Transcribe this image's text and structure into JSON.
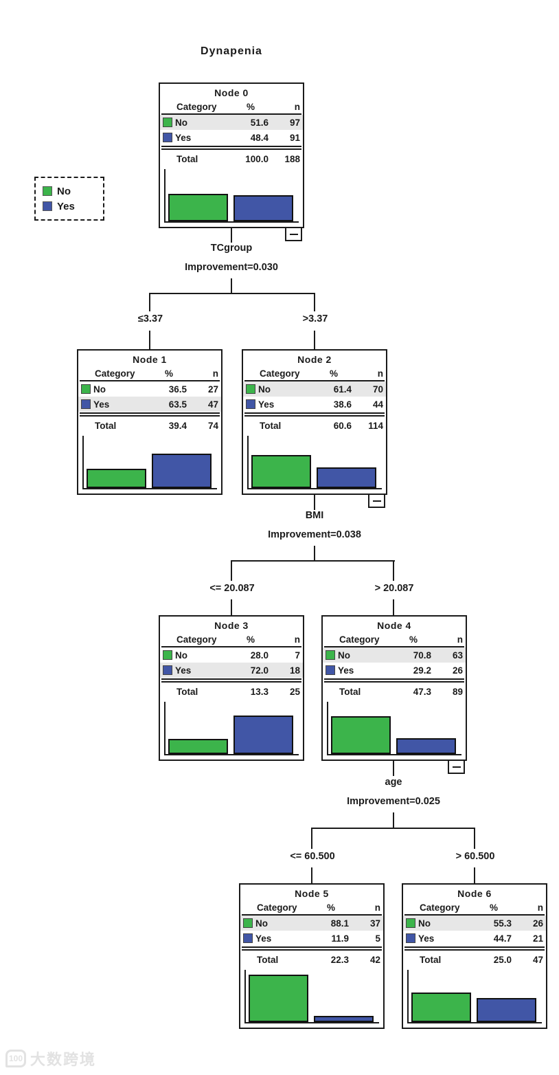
{
  "title": "Dynapenia",
  "colors": {
    "no": "#3cb44b",
    "yes": "#4156a6",
    "highlight": "#e7e7e7",
    "line": "#1a1a1a"
  },
  "legend": {
    "items": [
      {
        "label": "No"
      },
      {
        "label": "Yes"
      }
    ]
  },
  "table": {
    "headers": [
      "Category",
      "%",
      "n"
    ],
    "total_label": "Total"
  },
  "splits": [
    {
      "variable": "TCgroup",
      "improvement": "Improvement=0.030",
      "left": "≤3.37",
      "right": ">3.37"
    },
    {
      "variable": "BMI",
      "improvement": "Improvement=0.038",
      "left": "<= 20.087",
      "right": "> 20.087"
    },
    {
      "variable": "age",
      "improvement": "Improvement=0.025",
      "left": "<= 60.500",
      "right": "> 60.500"
    }
  ],
  "nodes": [
    {
      "title": "Node 0",
      "has_collapse": true,
      "rows": [
        {
          "category": "No",
          "pct": "51.6",
          "n": "97",
          "highlight": true
        },
        {
          "category": "Yes",
          "pct": "48.4",
          "n": "91",
          "highlight": false
        }
      ],
      "total": {
        "pct": "100.0",
        "n": "188"
      }
    },
    {
      "title": "Node 1",
      "has_collapse": false,
      "rows": [
        {
          "category": "No",
          "pct": "36.5",
          "n": "27",
          "highlight": false
        },
        {
          "category": "Yes",
          "pct": "63.5",
          "n": "47",
          "highlight": true
        }
      ],
      "total": {
        "pct": "39.4",
        "n": "74"
      }
    },
    {
      "title": "Node 2",
      "has_collapse": true,
      "rows": [
        {
          "category": "No",
          "pct": "61.4",
          "n": "70",
          "highlight": true
        },
        {
          "category": "Yes",
          "pct": "38.6",
          "n": "44",
          "highlight": false
        }
      ],
      "total": {
        "pct": "60.6",
        "n": "114"
      }
    },
    {
      "title": "Node 3",
      "has_collapse": false,
      "rows": [
        {
          "category": "No",
          "pct": "28.0",
          "n": "7",
          "highlight": false
        },
        {
          "category": "Yes",
          "pct": "72.0",
          "n": "18",
          "highlight": true
        }
      ],
      "total": {
        "pct": "13.3",
        "n": "25"
      }
    },
    {
      "title": "Node 4",
      "has_collapse": true,
      "rows": [
        {
          "category": "No",
          "pct": "70.8",
          "n": "63",
          "highlight": true
        },
        {
          "category": "Yes",
          "pct": "29.2",
          "n": "26",
          "highlight": false
        }
      ],
      "total": {
        "pct": "47.3",
        "n": "89"
      }
    },
    {
      "title": "Node 5",
      "has_collapse": false,
      "rows": [
        {
          "category": "No",
          "pct": "88.1",
          "n": "37",
          "highlight": true
        },
        {
          "category": "Yes",
          "pct": "11.9",
          "n": "5",
          "highlight": false
        }
      ],
      "total": {
        "pct": "22.3",
        "n": "42"
      }
    },
    {
      "title": "Node 6",
      "has_collapse": false,
      "rows": [
        {
          "category": "No",
          "pct": "55.3",
          "n": "26",
          "highlight": true
        },
        {
          "category": "Yes",
          "pct": "44.7",
          "n": "21",
          "highlight": false
        }
      ],
      "total": {
        "pct": "25.0",
        "n": "47"
      }
    }
  ],
  "watermark": {
    "logo": "100",
    "text": "大数跨境"
  }
}
